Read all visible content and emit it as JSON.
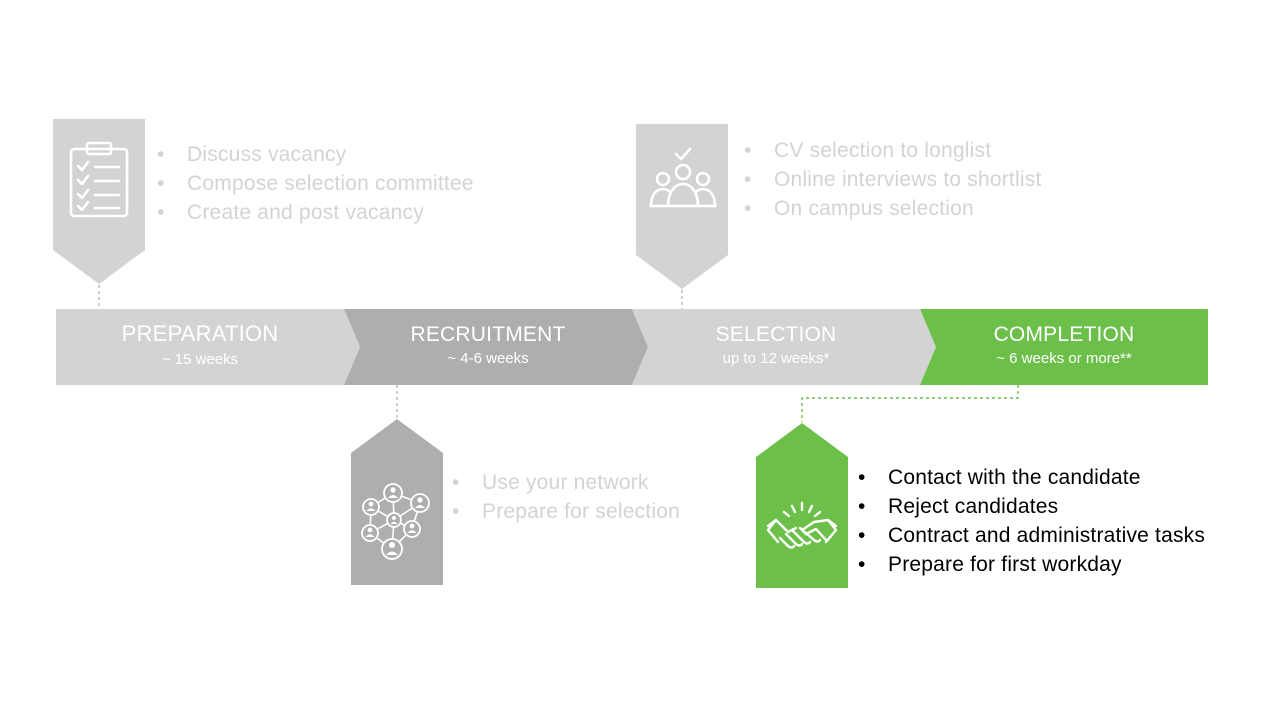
{
  "phases": [
    {
      "name": "PREPARATION",
      "duration": "~ 15 weeks",
      "color": "#d3d3d3"
    },
    {
      "name": "RECRUITMENT",
      "duration": "~ 4-6 weeks",
      "color": "#aeaeae"
    },
    {
      "name": "SELECTION",
      "duration": "up to 12 weeks*",
      "color": "#d3d3d3"
    },
    {
      "name": "COMPLETION",
      "duration": "~ 6 weeks or more**",
      "color": "#6cc04a"
    }
  ],
  "callouts": {
    "preparation": {
      "icon": "clipboard-checklist-icon",
      "bullets": [
        "Discuss vacancy",
        "Compose selection committee",
        "Create and post vacancy"
      ]
    },
    "selection": {
      "icon": "team-selection-icon",
      "bullets": [
        "CV selection to longlist",
        "Online interviews to shortlist",
        "On campus selection"
      ]
    },
    "recruitment": {
      "icon": "people-network-icon",
      "bullets": [
        "Use your network",
        "Prepare for selection"
      ]
    },
    "completion": {
      "icon": "handshake-icon",
      "bullets": [
        "Contact with the candidate",
        "Reject candidates",
        "Contract and administrative tasks",
        "Prepare for first workday"
      ]
    }
  },
  "bullet_char": "•",
  "colors": {
    "light_gray": "#d3d3d3",
    "mid_gray": "#aeaeae",
    "green": "#6cc04a",
    "text_gray": "#d3d3d3",
    "text_black": "#000000"
  }
}
